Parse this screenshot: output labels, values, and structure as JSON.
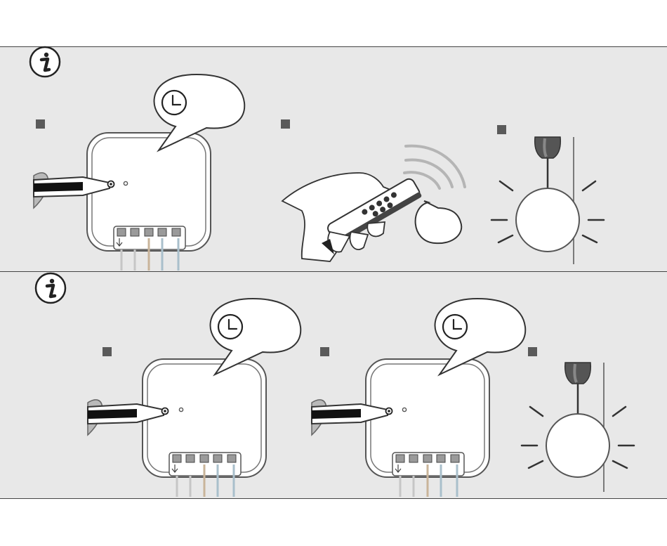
{
  "document": {
    "panels": [
      {
        "info_icon": "info-icon",
        "steps": [
          {
            "marker": "step-marker",
            "scene": "press-reset-button",
            "speech_icon": "clock-icon"
          },
          {
            "marker": "step-marker",
            "scene": "remote-control-signal",
            "speech_icon": "empty-speech-bubble"
          },
          {
            "marker": "step-marker",
            "scene": "pendant-lamp-lit"
          }
        ]
      },
      {
        "info_icon": "info-icon",
        "steps": [
          {
            "marker": "step-marker",
            "scene": "press-reset-button",
            "speech_icon": "clock-icon"
          },
          {
            "marker": "step-marker",
            "scene": "press-reset-button",
            "speech_icon": "clock-icon"
          },
          {
            "marker": "step-marker",
            "scene": "pendant-lamp-lit"
          }
        ]
      }
    ],
    "colors": {
      "panel_bg": "#e8e8e8",
      "line": "#333333",
      "marker": "#5a5a5a",
      "wire_gray": "#bdbdbd",
      "wire_brown": "#c9b49a",
      "wire_blue": "#a9bfcb",
      "lamp_shade": "#555555"
    }
  }
}
